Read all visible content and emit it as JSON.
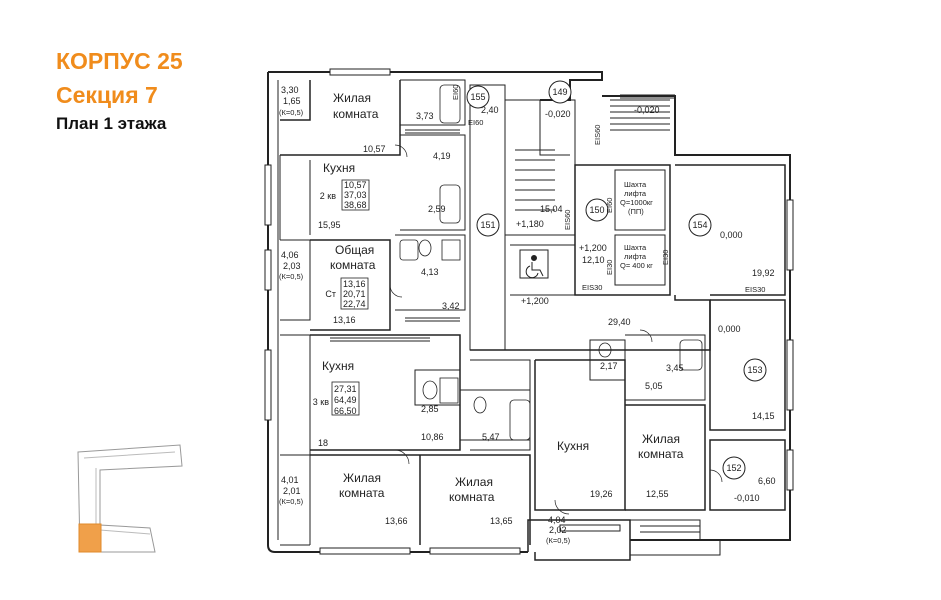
{
  "header": {
    "building": "КОРПУС 25",
    "section": "Секция 7",
    "plan": "План 1 этажа"
  },
  "colors": {
    "accent": "#f08c1c",
    "highlight": "#f0a04a",
    "wall": "#222222"
  },
  "rooms": {
    "living_top": "Жилая\nкомната",
    "kitchen_top": "Кухня",
    "common_room": "Общая\nкомната",
    "kitchen_mid": "Кухня",
    "living_bl": "Жилая\nкомната",
    "living_bm": "Жилая\nкомната",
    "kitchen_right": "Кухня",
    "living_right": "Жилая\nкомната",
    "shaft1": "Шахта\nлифта\nQ=1000кг\n(ПП)",
    "shaft2": "Шахта\nлифта\nQ= 400 кг"
  },
  "apartments": {
    "apt2": {
      "type": "2 кв",
      "a": "10,57",
      "b": "37,03",
      "c": "38,68"
    },
    "aptSt": {
      "type": "Ст",
      "a": "13,16",
      "b": "20,71",
      "c": "22,74"
    },
    "apt3": {
      "type": "3 кв",
      "a": "27,31",
      "b": "64,49",
      "c": "66,50"
    }
  },
  "numbers": {
    "n_3_30": "3,30",
    "n_1_65": "1,65",
    "n_k05a": "(К=0,5)",
    "n_4_06": "4,06",
    "n_2_03": "2,03",
    "n_k05b": "(К=0,5)",
    "n_4_01": "4,01",
    "n_2_01": "2,01",
    "n_k05c": "(К=0,5)",
    "n_4_04": "4,04",
    "n_2_02": "2,02",
    "n_k05d": "(К=0,5)",
    "n_10_57": "10,57",
    "n_3_73": "3,73",
    "n_4_19": "4,19",
    "n_2_59": "2,59",
    "n_15_95": "15,95",
    "n_2_40": "2,40",
    "n_4_13": "4,13",
    "n_3_42": "3,42",
    "n_13_16": "13,16",
    "n_2_85": "2,85",
    "n_10_86": "10,86",
    "n_5_47": "5,47",
    "n_18": "18",
    "n_13_66": "13,66",
    "n_13_65": "13,65",
    "n_15_04": "15,04",
    "n_12_10": "12,10",
    "n_29_40": "29,40",
    "n_2_17": "2,17",
    "n_5_05": "5,05",
    "n_3_45": "3,45",
    "n_19_26": "19,26",
    "n_12_55": "12,55",
    "n_19_92": "19,92",
    "n_14_15": "14,15",
    "n_6_60": "6,60"
  },
  "levels": {
    "l1": "-0,020",
    "l2": "-0,020",
    "l3": "+1,180",
    "l4": "+1,200",
    "l5": "+1,200",
    "l6": "0,000",
    "l7": "0,000",
    "l8": "-0,010"
  },
  "circles": {
    "c155": "155",
    "c149": "149",
    "c151": "151",
    "c150": "150",
    "c154": "154",
    "c153": "153",
    "c152": "152"
  },
  "marks": {
    "ei60a": "EI60",
    "ei60b": "EI60",
    "eis60": "EIS60",
    "eis60b": "EIS60",
    "ei30": "EI30",
    "eis30": "EIS30",
    "eis30b": "EIS30",
    "ei60c": "EI60",
    "ei30b": "EI30"
  }
}
